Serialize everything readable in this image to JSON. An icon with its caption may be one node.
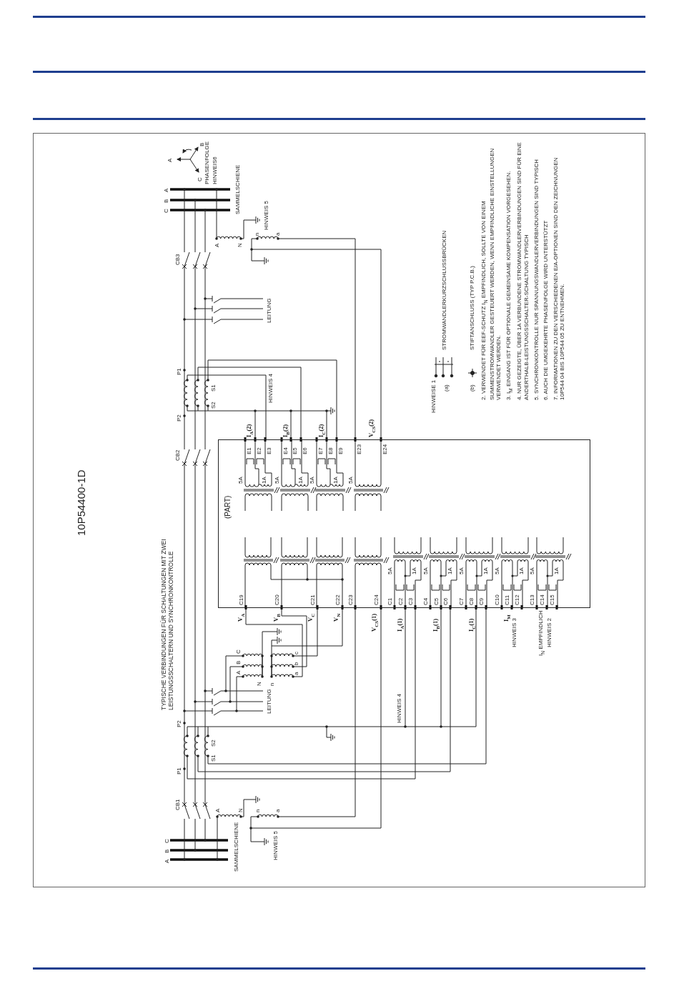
{
  "diagram": {
    "title": "TYPISCHE VERBINDUNGEN FÜR SCHALTUNGEN MIT ZWEI LEISTUNGSSCHALTERN UND SYNCHRONKONTROLLE",
    "nodes": [
      {
        "text": [
          "(PART)"
        ]
      }
    ],
    "labels": [
      "10P54400-1D",
      "SAMMELSCHIENE",
      "A",
      "B",
      "C",
      "CB1",
      "A",
      "N",
      "n",
      "a",
      "HINWEIS 5",
      "P1",
      "S1",
      "S2",
      "P2",
      "LEITUNG",
      "C",
      "B",
      "A",
      "N",
      "n",
      "c",
      "b",
      "a",
      "HINWEIS 4",
      "CB2",
      "V$_{A}$",
      "V$_{B}$",
      "V$_{C}$",
      "V$_{N}$",
      "V$_{CS}$(1)",
      "I$_{A}$(1)",
      "I$_{B}$(1)",
      "I$_{C}$(1)",
      "I$_{M}$",
      "HINWEIS 3",
      "I$_{N}$ EMPFINDLICH",
      "HINWEIS 2",
      "C19",
      "C20",
      "C21",
      "C22",
      "C23",
      "C24",
      "C1",
      "C2",
      "C3",
      "C4",
      "C5",
      "C6",
      "C7",
      "C8",
      "C9",
      "C10",
      "C11",
      "C12",
      "C13",
      "C14",
      "C15",
      "5A",
      "1A",
      "5A",
      "1A",
      "5A",
      "1A",
      "5A",
      "1A",
      "5A",
      "1A",
      "5A",
      "1A",
      "5A",
      "1A",
      "5A",
      "1A",
      "5A",
      "E1",
      "E2",
      "E3",
      "E4",
      "E5",
      "E6",
      "E7",
      "E8",
      "E9",
      "E23",
      "E24",
      "I$_{A}$(2)",
      "I$_{B}$(2)",
      "I$_{C}$(2)",
      "V$_{CS}$(2)",
      "P2",
      "S2",
      "S1",
      "P1",
      "HINWEIS 4",
      "LEITUNG",
      "CB3",
      "A",
      "N",
      "n",
      "a",
      "HINWEIS 5",
      "A",
      "B",
      "C",
      "SAMMELSCHIENE",
      "A",
      "B",
      "C",
      "PHASENFOLGE",
      "HINWEIS6",
      "HINWEISE 1",
      "(a)",
      "STROMWANDLERKURZSCHLUSSBRÜCKEN",
      "(b)",
      "STIFTANSCHLUSS (TYP P.C.B.)",
      "2. VERWENDET FÜR EEF-SCHUTZ I$_{N}$ EMPFINDLICH, SOLLTE VON EINEM SUMMENSTROMWANDLER GESTEUERT WERDEN, WENN EMPFINDLICHE EINSTELLUNGEN VERWENDET WERDEN.",
      "3. I$_{M}$ EINGANG IST FÜR OPTIONALE GEMEINSAME KOMPENSATION VORGESEHEN.",
      "4. NUR GEZEIGTE, ÜBER 1A VERBUNDENE STROMWANDLERVERBINDUNGEN SIND FÜR EINE ANDERTHALB-LEISTUNGSSCHALTER-SCHALTUNG TYPISCH",
      "5. SYNCHRONKONTROLLE NUR SPANNUNGSWANDLERVERBINDUNGEN SIND TYPISCH",
      "6. AUCH DIE UMGEKEHRTE PHASENFOLGE WIRD UNTERSTÜTZT",
      "7. INFORMATIONEN ZU DEN VERSCHIEDENEN E/A-OPTIONEN SIND DEN ZEICHNUNGEN 10P544 04 BIS 10P544 05 ZU ENTNEHMEN."
    ]
  }
}
